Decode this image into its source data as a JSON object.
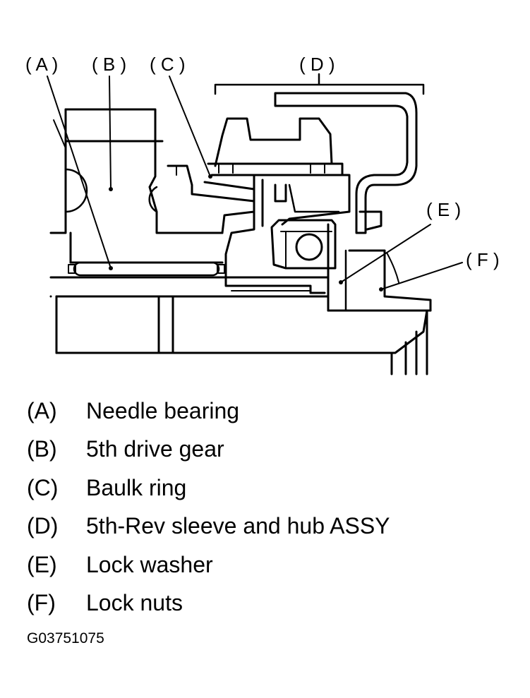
{
  "diagram": {
    "callouts": {
      "a": "( A )",
      "b": "( B )",
      "c": "( C )",
      "d": "( D )",
      "e": "( E )",
      "f": "( F )"
    }
  },
  "legend": [
    {
      "key": "(A)",
      "text": "Needle bearing"
    },
    {
      "key": "(B)",
      "text": "5th drive gear"
    },
    {
      "key": "(C)",
      "text": "Baulk ring"
    },
    {
      "key": "(D)",
      "text": "5th-Rev sleeve and hub ASSY"
    },
    {
      "key": "(E)",
      "text": "Lock washer"
    },
    {
      "key": "(F)",
      "text": "Lock nuts"
    }
  ],
  "figure_id": "G03751075"
}
